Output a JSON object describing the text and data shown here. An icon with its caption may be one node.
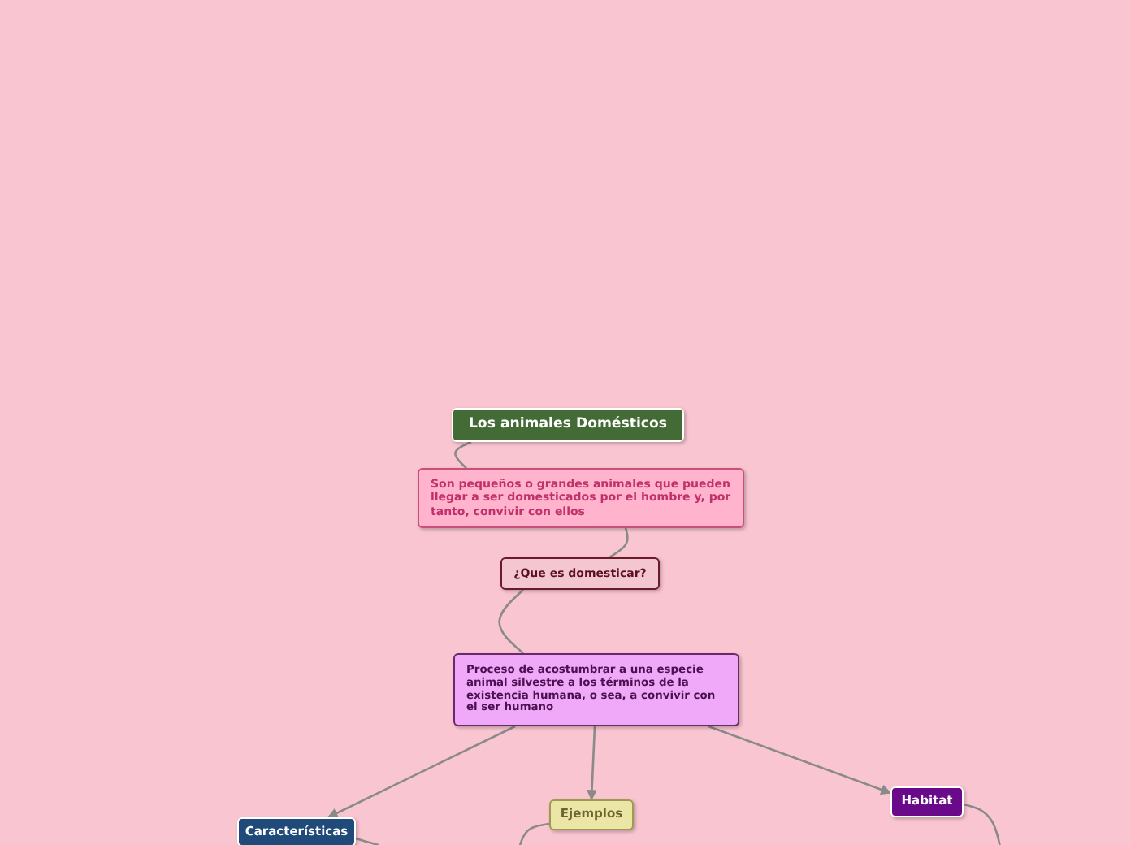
{
  "diagram": {
    "nodes": [
      {
        "text": [
          "Los animales Domésticos"
        ]
      },
      {
        "text": [
          "Son pequeños o grandes animales que pueden llegar a ser domesticados por el hombre y, por tanto, convivir con ellos"
        ]
      },
      {
        "text": [
          "¿Que es domesticar?"
        ]
      },
      {
        "text": [
          "Proceso de acostumbrar a una especie animal silvestre a los términos de la existencia humana, o sea, a convivir con el ser humano"
        ]
      },
      {
        "text": [
          "Características"
        ]
      },
      {
        "text": [
          "Ejemplos"
        ]
      },
      {
        "text": [
          "Habitat"
        ]
      }
    ],
    "edges": [
      {
        "from": 0,
        "to": 1,
        "arrow": "none"
      },
      {
        "from": 1,
        "to": 2,
        "arrow": "none"
      },
      {
        "from": 2,
        "to": 3,
        "arrow": "none"
      },
      {
        "from": 3,
        "to": 4,
        "arrow": "to"
      },
      {
        "from": 3,
        "to": 5,
        "arrow": "to"
      },
      {
        "from": 3,
        "to": 6,
        "arrow": "to"
      },
      {
        "from": 4,
        "to": null,
        "arrow": "none"
      },
      {
        "from": 5,
        "to": null,
        "arrow": "none"
      },
      {
        "from": 6,
        "to": null,
        "arrow": "none"
      }
    ]
  }
}
